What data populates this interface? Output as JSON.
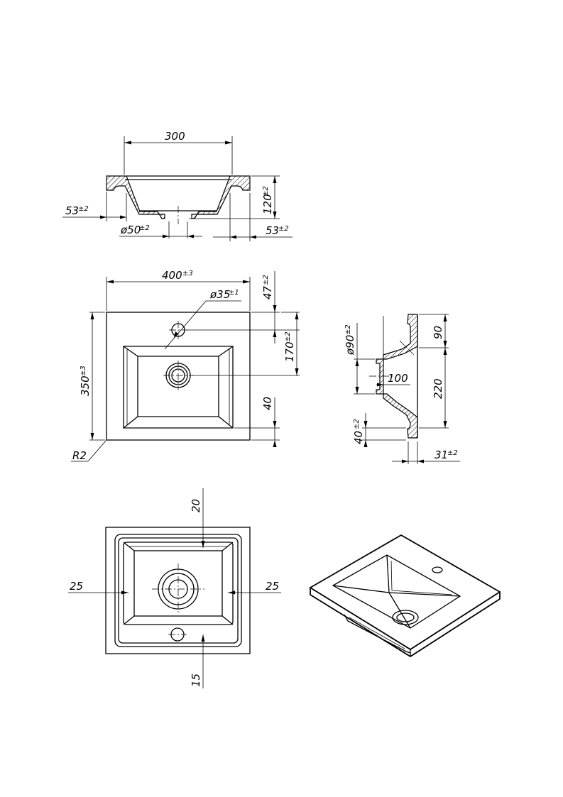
{
  "views": {
    "section_front": {
      "width_top": "300",
      "side_offset_left": "53",
      "side_offset_left_tol": "±2",
      "drain_diameter": "ø50",
      "drain_diameter_tol": "±2",
      "side_offset_right": "53",
      "side_offset_right_tol": "±2",
      "height": "120",
      "height_tol": "±2"
    },
    "top_view": {
      "overall_width": "400",
      "overall_width_tol": "±3",
      "hole_diameter": "ø35",
      "hole_diameter_tol": "±1",
      "hole_offset": "47",
      "hole_offset_tol": "±2",
      "drain_offset": "170",
      "drain_offset_tol": "±2",
      "overall_depth": "350",
      "overall_depth_tol": "±3",
      "rim_front": "40",
      "corner_radius": "R2"
    },
    "side_section": {
      "drain_diameter": "ø90",
      "drain_diameter_tol": "±2",
      "drain_length": "100",
      "top_offset": "90",
      "bowl_depth": "220",
      "rim_height": "40",
      "rim_height_tol": "±2",
      "wall_thickness": "31",
      "wall_thickness_tol": "±2"
    },
    "bottom_view": {
      "top_margin": "20",
      "left_margin": "25",
      "right_margin": "25",
      "bottom_margin": "15"
    }
  }
}
